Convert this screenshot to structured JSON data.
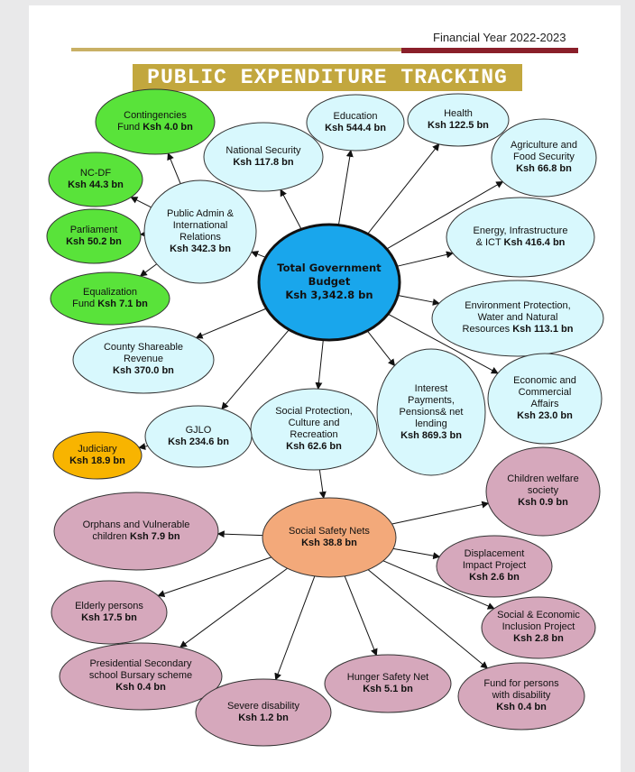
{
  "header": {
    "financial_year": "Financial Year 2022-2023",
    "title": "PUBLIC EXPENDITURE TRACKING"
  },
  "colors": {
    "green": "#59e33a",
    "light_cyan": "#d8f8fd",
    "blue": "#19a6ec",
    "orange": "#f8b400",
    "peach": "#f3a97a",
    "mauve": "#d6a8bc"
  },
  "nodes": {
    "total": {
      "lines": [
        "Total Government",
        "Budget"
      ],
      "amount": "Ksh 3,342.8 bn"
    },
    "contingencies": {
      "lines": [
        "Contingencies"
      ],
      "prefix": "Fund ",
      "amount": "Ksh 4.0 bn"
    },
    "ncdf": {
      "lines": [
        "NC-DF"
      ],
      "prefix": "",
      "amount": "Ksh 44.3 bn"
    },
    "parliament": {
      "lines": [
        "Parliament"
      ],
      "prefix": "",
      "amount": "Ksh 50.2 bn"
    },
    "equalization": {
      "lines": [
        "Equalization"
      ],
      "prefix": "Fund ",
      "amount": "Ksh 7.1 bn"
    },
    "public_admin": {
      "lines": [
        "Public Admin &",
        "International",
        "Relations"
      ],
      "prefix": "",
      "amount": "Ksh 342.3 bn"
    },
    "national_security": {
      "lines": [
        "National Security"
      ],
      "prefix": "",
      "amount": "Ksh 117.8 bn"
    },
    "education": {
      "lines": [
        "Education"
      ],
      "prefix": "",
      "amount": "Ksh 544.4 bn"
    },
    "health": {
      "lines": [
        "Health"
      ],
      "prefix": "",
      "amount": "Ksh 122.5 bn"
    },
    "agriculture": {
      "lines": [
        "Agriculture and",
        "Food Security"
      ],
      "prefix": "",
      "amount": "Ksh 66.8 bn"
    },
    "energy": {
      "lines": [
        "Energy, Infrastructure"
      ],
      "prefix": "& ICT ",
      "amount": "Ksh 416.4 bn"
    },
    "environment": {
      "lines": [
        "Environment Protection,",
        "Water and Natural"
      ],
      "prefix": "Resources ",
      "amount": "Ksh 113.1 bn"
    },
    "economic": {
      "lines": [
        "Economic and",
        "Commercial",
        "Affairs"
      ],
      "prefix": "",
      "amount": "Ksh 23.0 bn"
    },
    "interest": {
      "lines": [
        "Interest",
        "Payments,",
        "Pensions& net",
        "lending"
      ],
      "prefix": "",
      "amount": "Ksh 869.3 bn"
    },
    "social_protection": {
      "lines": [
        "Social Protection,",
        "Culture and",
        "Recreation"
      ],
      "prefix": "",
      "amount": "Ksh 62.6 bn"
    },
    "gjlo": {
      "lines": [
        "GJLO"
      ],
      "prefix": "",
      "amount": "Ksh 234.6 bn"
    },
    "judiciary": {
      "lines": [
        "Judiciary"
      ],
      "prefix": "",
      "amount": "Ksh 18.9 bn"
    },
    "county": {
      "lines": [
        "County Shareable",
        "Revenue"
      ],
      "prefix": "",
      "amount": "Ksh 370.0 bn"
    },
    "safety_nets": {
      "lines": [
        "Social Safety Nets"
      ],
      "prefix": "",
      "amount": "Ksh 38.8 bn"
    },
    "children_welfare": {
      "lines": [
        "Children welfare",
        "society"
      ],
      "prefix": "",
      "amount": "Ksh 0.9 bn"
    },
    "orphans": {
      "lines": [
        "Orphans and Vulnerable"
      ],
      "prefix": "children ",
      "amount": "Ksh 7.9 bn"
    },
    "displacement": {
      "lines": [
        "Displacement",
        "Impact Project"
      ],
      "prefix": "",
      "amount": "Ksh 2.6 bn"
    },
    "elderly": {
      "lines": [
        "Elderly persons"
      ],
      "prefix": "",
      "amount": "Ksh 17.5 bn"
    },
    "inclusion": {
      "lines": [
        "Social & Economic",
        "Inclusion Project"
      ],
      "prefix": "",
      "amount": "Ksh 2.8 bn"
    },
    "bursary": {
      "lines": [
        "Presidential Secondary",
        "school Bursary scheme"
      ],
      "prefix": "",
      "amount": "Ksh 0.4 bn"
    },
    "hunger": {
      "lines": [
        "Hunger Safety Net"
      ],
      "prefix": "",
      "amount": "Ksh 5.1 bn"
    },
    "disability_fund": {
      "lines": [
        "Fund for persons",
        "with disability"
      ],
      "prefix": "",
      "amount": "Ksh 0.4 bn"
    },
    "severe_disability": {
      "lines": [
        "Severe disability"
      ],
      "prefix": "",
      "amount": "Ksh 1.2 bn"
    }
  }
}
